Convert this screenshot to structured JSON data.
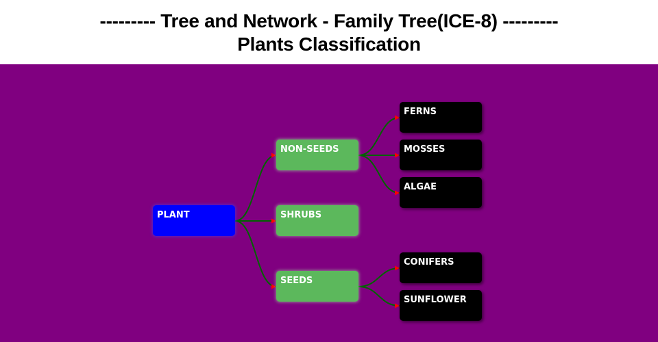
{
  "header": {
    "title": "--------- Tree and Network - Family Tree(ICE-8) ---------",
    "subtitle": "Plants Classification"
  },
  "colors": {
    "background": "#800080",
    "root": "#0000ff",
    "level1": "#5cb85c",
    "level2": "#000000",
    "link": "#006400",
    "arrow": "#ff0000",
    "text": "#ffffff"
  },
  "tree": {
    "root": {
      "id": "plant",
      "label": "PLANT"
    },
    "nodes": [
      {
        "id": "non-seeds",
        "label": "NON-SEEDS",
        "parent": "plant"
      },
      {
        "id": "shrubs",
        "label": "SHRUBS",
        "parent": "plant"
      },
      {
        "id": "seeds",
        "label": "SEEDS",
        "parent": "plant"
      },
      {
        "id": "ferns",
        "label": "FERNS",
        "parent": "non-seeds"
      },
      {
        "id": "mosses",
        "label": "MOSSES",
        "parent": "non-seeds"
      },
      {
        "id": "algae",
        "label": "ALGAE",
        "parent": "non-seeds"
      },
      {
        "id": "conifers",
        "label": "CONIFERS",
        "parent": "seeds"
      },
      {
        "id": "sunflower",
        "label": "SUNFLOWER",
        "parent": "seeds"
      }
    ]
  }
}
